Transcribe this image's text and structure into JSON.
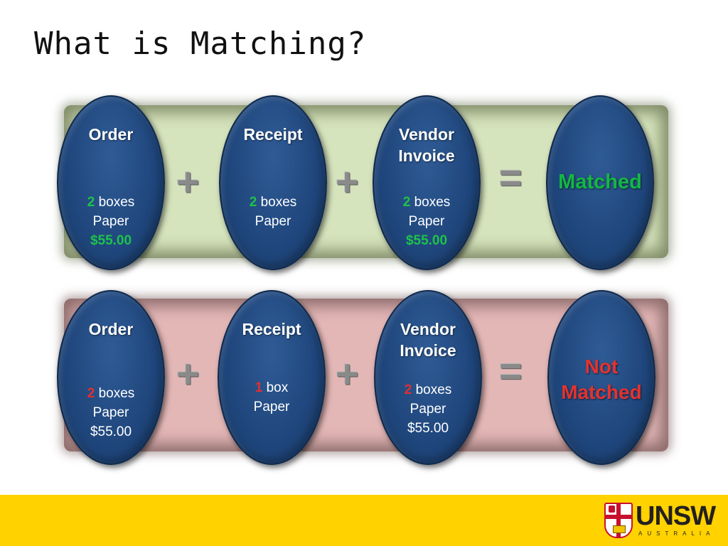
{
  "title": "What is Matching?",
  "colors": {
    "green_band": "#d6e4bd",
    "red_band": "#e4b7b7",
    "oval_blue": "#1f467c",
    "green_text": "#1ec24a",
    "red_text": "#e03030",
    "footer": "#ffd200"
  },
  "operators": {
    "plus": "+",
    "equals": "="
  },
  "matched_row": {
    "order": {
      "head": "Order",
      "qty": "2",
      "unit": "boxes",
      "item": "Paper",
      "price": "$55.00"
    },
    "receipt": {
      "head": "Receipt",
      "qty": "2",
      "unit": "boxes",
      "item": "Paper"
    },
    "invoice": {
      "head": "Vendor Invoice",
      "qty": "2",
      "unit": "boxes",
      "item": "Paper",
      "price": "$55.00"
    },
    "result": "Matched"
  },
  "unmatched_row": {
    "order": {
      "head": "Order",
      "qty": "2",
      "unit": "boxes",
      "item": "Paper",
      "price": "$55.00"
    },
    "receipt": {
      "head": "Receipt",
      "qty": "1",
      "unit": "box",
      "item": "Paper"
    },
    "invoice": {
      "head": "Vendor Invoice",
      "qty": "2",
      "unit": "boxes",
      "item": "Paper",
      "price": "$55.00"
    },
    "result_line1": "Not",
    "result_line2": "Matched"
  },
  "logo": {
    "word": "UNSW",
    "sub": "AUSTRALIA"
  }
}
